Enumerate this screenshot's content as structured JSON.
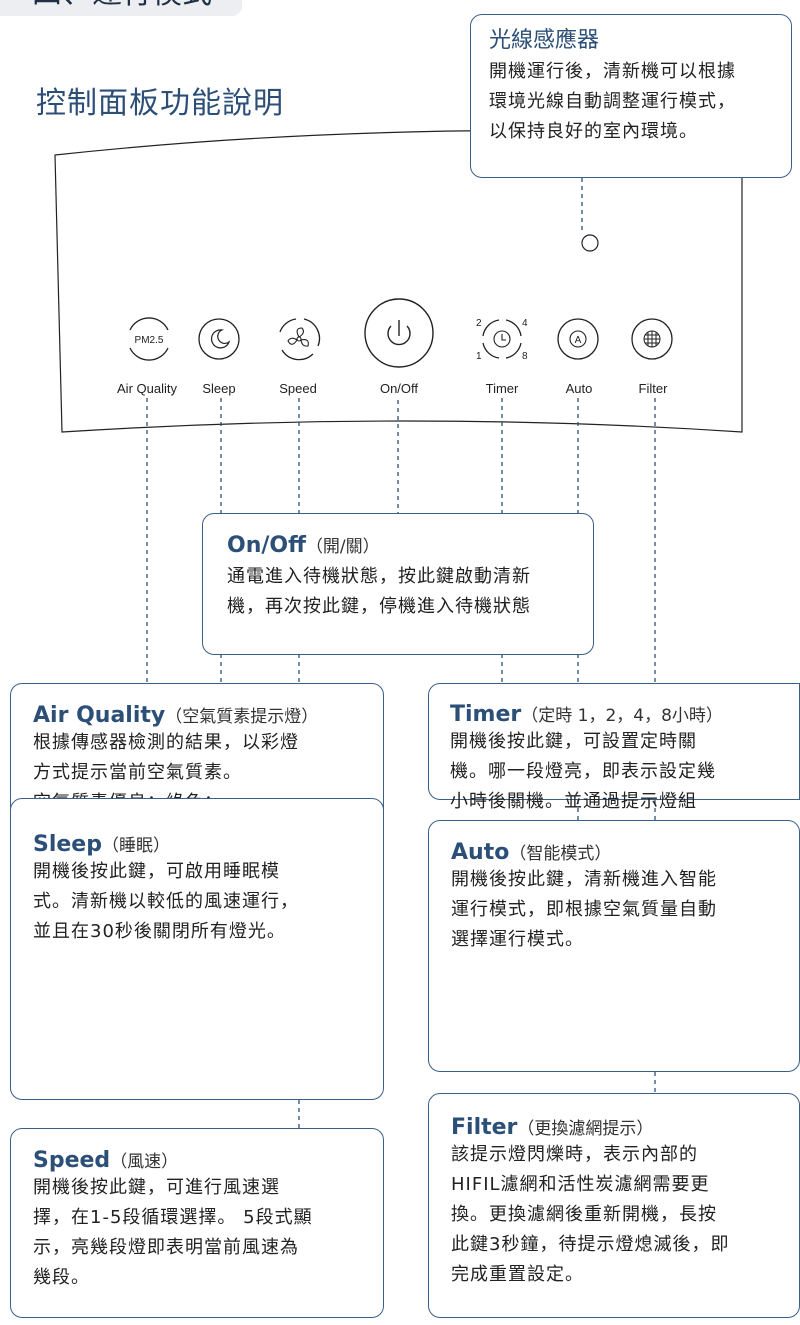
{
  "section_tag": "四、運行模式",
  "page_title": "控制面板功能說明",
  "light_sensor": {
    "title": "光線感應器",
    "text": "開機運行後，清新機可以根據\n環境光線自動調整運行模式，\n以保持良好的室內環境。"
  },
  "panel": {
    "pm_label": "PM2.5",
    "timer_digits": [
      "2",
      "4",
      "1",
      "8"
    ],
    "buttons": [
      "Air Quality",
      "Sleep",
      "Speed",
      "On/Off",
      "Timer",
      "Auto",
      "Filter"
    ]
  },
  "onoff": {
    "title": "On/Off",
    "subtitle": "（開/關）",
    "text": "通電進入待機狀態，按此鍵啟動清新\n機，再次按此鍵，停機進入待機狀態"
  },
  "air_quality": {
    "title": "Air Quality",
    "subtitle": "（空氣質素提示燈）",
    "text": "根據傳感器檢測的結果，以彩燈\n方式提示當前空氣質素。\n空氣質素優良：綠色；\n空氣質素中等：藍色；\n空氣質素較差：紅色。"
  },
  "timer": {
    "title": "Timer",
    "subtitle": "（定時 1，2，4，8小時）",
    "text": "開機後按此鍵，可設置定時關\n機。哪一段燈亮，即表示設定幾\n小時後關機。並通過提示燈組\n合，顯示剩餘時間。"
  },
  "sleep": {
    "title": "Sleep",
    "subtitle": "（睡眠）",
    "text": "開機後按此鍵，可啟用睡眠模\n式。清新機以較低的風速運行，\n並且在30秒後關閉所有燈光。"
  },
  "auto": {
    "title": "Auto",
    "subtitle": "（智能模式）",
    "text": "開機後按此鍵，清新機進入智能\n運行模式，即根據空氣質量自動\n選擇運行模式。"
  },
  "speed": {
    "title": "Speed",
    "subtitle": "（風速）",
    "text": "開機後按此鍵，可進行風速選\n擇，在1-5段循環選擇。 5段式顯\n示，亮幾段燈即表明當前風速為\n幾段。"
  },
  "filter": {
    "title": "Filter",
    "subtitle": "（更換濾網提示）",
    "text": "該提示燈閃爍時，表示內部的\nHIFIL濾網和活性炭濾網需要更\n換。更換濾網後重新開機，長按\n此鍵3秒鐘，待提示燈熄滅後，即\n完成重置設定。"
  },
  "colors": {
    "accent": "#2c4f78",
    "border": "#3c5f86"
  }
}
